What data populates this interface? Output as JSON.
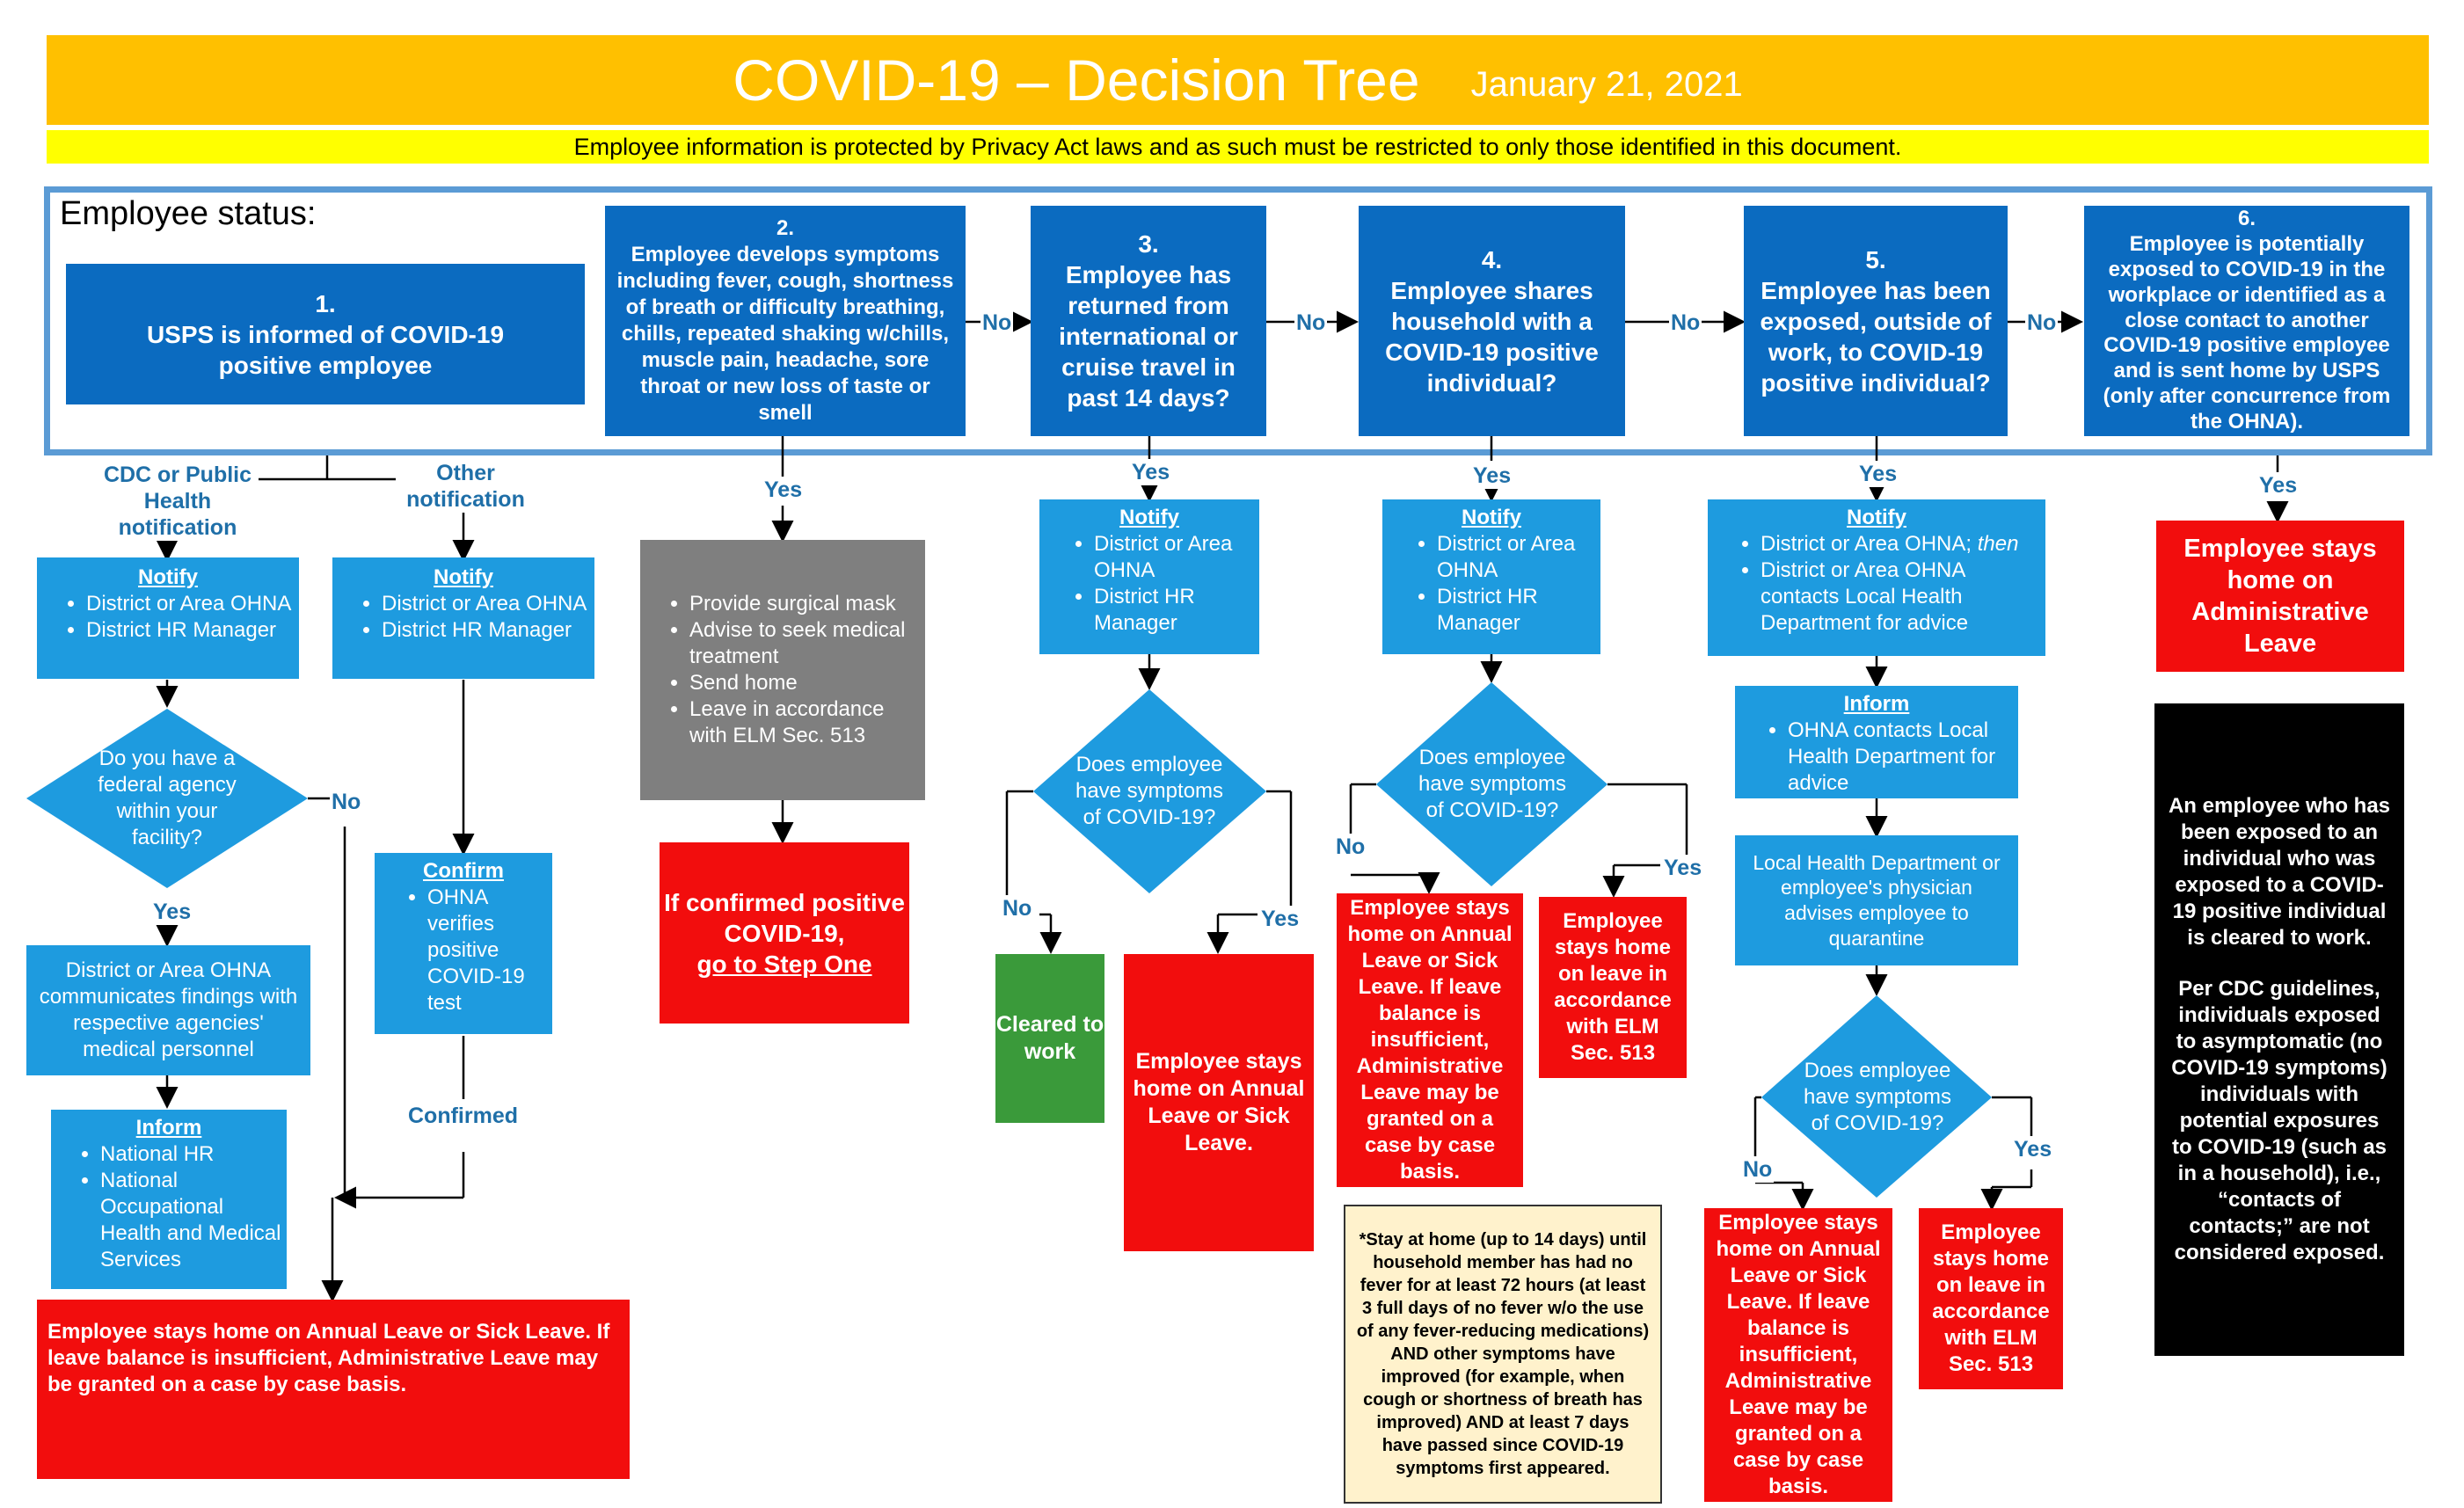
{
  "header": {
    "title": "COVID-19 – Decision Tree",
    "date": "January 21, 2021",
    "privacy": "Employee information is protected by Privacy Act laws and as such must be restricted to only those identified in this document."
  },
  "status_label": "Employee status:",
  "labels": {
    "yes": "Yes",
    "no": "No",
    "confirmed": "Confirmed"
  },
  "branches": {
    "cdc": "CDC or Public Health notification",
    "other": "Other notification"
  },
  "step1": {
    "num": "1.",
    "text": "USPS is informed of COVID-19 positive employee"
  },
  "step2": {
    "num": "2.",
    "text": "Employee develops symptoms including fever, cough, shortness of breath or difficulty breathing, chills, repeated shaking w/chills, muscle pain, headache, sore throat or new loss of taste or smell"
  },
  "step3": {
    "num": "3.",
    "text": "Employee has returned from international or cruise travel in past 14 days?"
  },
  "step4": {
    "num": "4.",
    "text": "Employee shares household with a COVID-19 positive individual?"
  },
  "step5": {
    "num": "5.",
    "text": "Employee has been exposed, outside of work, to COVID-19 positive individual?"
  },
  "step6": {
    "num": "6.",
    "text": "Employee is potentially exposed to COVID-19 in the workplace or identified as a close contact to another COVID-19 positive employee and is sent home by USPS (only after concurrence from the OHNA)."
  },
  "col1": {
    "notify_a": {
      "title": "Notify",
      "items": [
        "District or Area OHNA",
        "District HR Manager"
      ]
    },
    "notify_b": {
      "title": "Notify",
      "items": [
        "District or Area OHNA",
        "District HR Manager"
      ]
    },
    "diamond": "Do you have a federal agency within your facility?",
    "communicate": "District or Area OHNA communicates findings with respective agencies' medical personnel",
    "confirm": {
      "title": "Confirm",
      "items": [
        "OHNA verifies positive COVID-19 test"
      ]
    },
    "inform": {
      "title": "Inform",
      "items": [
        "National HR",
        "National Occupational Health and Medical Services"
      ]
    },
    "result": "Employee stays home on Annual Leave or Sick Leave.  If leave balance is insufficient, Administrative Leave may be granted on a case by case basis."
  },
  "col2": {
    "actions": [
      "Provide surgical mask",
      "Advise to seek medical treatment",
      "Send home",
      "Leave in accordance with ELM Sec. 513"
    ],
    "result_line1": "If confirmed positive COVID-19,",
    "result_link": "go to Step One"
  },
  "col3": {
    "notify": {
      "title": "Notify",
      "items": [
        "District or Area OHNA",
        "District HR Manager"
      ]
    },
    "diamond": "Does employee have symptoms of COVID-19?",
    "cleared": "Cleared to work",
    "leave": "Employee stays home on Annual Leave or Sick Leave."
  },
  "col4": {
    "notify": {
      "title": "Notify",
      "items": [
        "District or Area OHNA",
        "District HR Manager"
      ]
    },
    "diamond": "Does employee have symptoms of COVID-19?",
    "no_result": "Employee stays home on Annual Leave or Sick Leave. If leave balance is insufficient, Administrative Leave may be granted on a case by case basis.",
    "yes_result": "Employee stays home on leave in accordance with ELM Sec. 513",
    "note": "*Stay at home (up to 14 days) until household member has had no fever for at least 72 hours (at least 3 full days of no fever w/o the use of any fever-reducing medications) AND other symptoms have improved (for example, when cough or shortness of breath has improved) AND at least 7 days have passed since COVID-19 symptoms first appeared."
  },
  "col5": {
    "notify": {
      "title": "Notify",
      "item1_main": "District or Area OHNA; ",
      "item1_then": "then",
      "item2": "District or Area OHNA contacts Local Health Department for advice"
    },
    "inform": {
      "title": "Inform",
      "items": [
        "OHNA contacts Local Health Department for advice"
      ]
    },
    "quarantine": "Local Health Department or employee's physician advises employee to quarantine",
    "diamond": "Does employee have symptoms of COVID-19?",
    "no_result": "Employee stays home on Annual Leave or Sick Leave. If leave balance is insufficient, Administrative Leave may be granted on a case by case basis.",
    "yes_result": "Employee stays home on leave in accordance with ELM Sec. 513"
  },
  "col6": {
    "result": "Employee stays home on Administrative Leave",
    "note_p1": "An employee who has been exposed to an individual who was exposed to a COVID-19 positive individual is cleared to work.",
    "note_p2": "Per CDC guidelines, individuals exposed to asymptomatic (no COVID-19 symptoms) individuals with potential exposures to COVID-19 (such as in a household), i.e., “contacts of contacts;” are not considered exposed."
  },
  "colors": {
    "banner": "#FFC000",
    "privacy_bar": "#FFFF00",
    "dark_blue": "#0B6BC0",
    "light_blue": "#1E9BDF",
    "red": "#F20D0D",
    "green": "#3A9A3A",
    "gray": "#7F7F7F"
  }
}
